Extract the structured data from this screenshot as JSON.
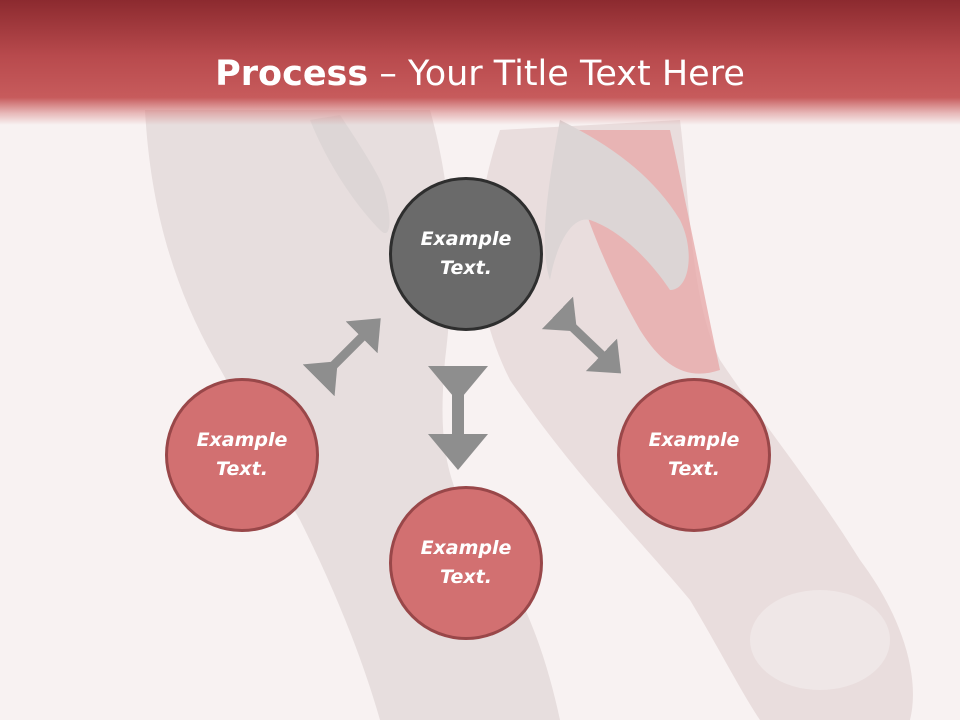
{
  "slide": {
    "title_bold": "Process",
    "title_rest": " – Your Title Text Here"
  },
  "nodes": {
    "top": {
      "text": "Example Text."
    },
    "left": {
      "text": "Example Text."
    },
    "right": {
      "text": "Example Text."
    },
    "bottom": {
      "text": "Example Text."
    }
  },
  "colors": {
    "header": "#b84a4d",
    "center_circle": "#6a6a6a",
    "outer_circle": "#d27071",
    "arrows": "#8e8e8e"
  }
}
